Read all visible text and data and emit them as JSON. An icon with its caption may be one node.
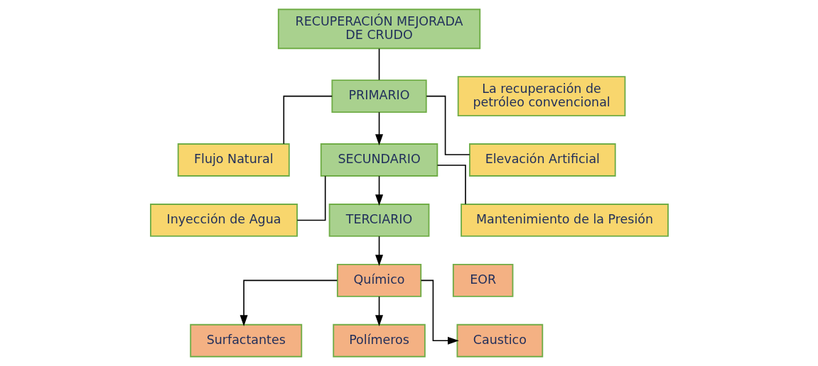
{
  "diagram": {
    "nodes": [
      {
        "text": [
          "RECUPERACIÓN MEJORADA DE CRUDO"
        ]
      },
      {
        "text": [
          "La recuperación de petróleo convencional"
        ]
      },
      {
        "text": [
          "PRIMARIO"
        ]
      },
      {
        "text": [
          "Flujo Natural"
        ]
      },
      {
        "text": [
          "SECUNDARIO"
        ]
      },
      {
        "text": [
          "Elevación Artificial"
        ]
      },
      {
        "text": [
          "Inyección de Agua"
        ]
      },
      {
        "text": [
          "TERCIARIO"
        ]
      },
      {
        "text": [
          "Mantenimiento de la Presión"
        ]
      },
      {
        "text": [
          "Químico"
        ]
      },
      {
        "text": [
          "EOR"
        ]
      },
      {
        "text": [
          "Surfactantes"
        ]
      },
      {
        "text": [
          "Polímeros"
        ]
      },
      {
        "text": [
          "Caustico"
        ]
      }
    ],
    "edges": [
      {
        "from": 0,
        "to": 2,
        "arrow": "none"
      },
      {
        "from": 2,
        "to": 4,
        "arrow": "to"
      },
      {
        "from": 2,
        "to": 3,
        "arrow": "none"
      },
      {
        "from": 2,
        "to": 5,
        "arrow": "none"
      },
      {
        "from": 4,
        "to": 7,
        "arrow": "to"
      },
      {
        "from": 4,
        "to": 6,
        "arrow": "none"
      },
      {
        "from": 4,
        "to": 8,
        "arrow": "none"
      },
      {
        "from": 7,
        "to": 9,
        "arrow": "to"
      },
      {
        "from": 9,
        "to": 11,
        "arrow": "to"
      },
      {
        "from": 9,
        "to": 12,
        "arrow": "to"
      },
      {
        "from": 9,
        "to": 13,
        "arrow": "to"
      }
    ]
  }
}
